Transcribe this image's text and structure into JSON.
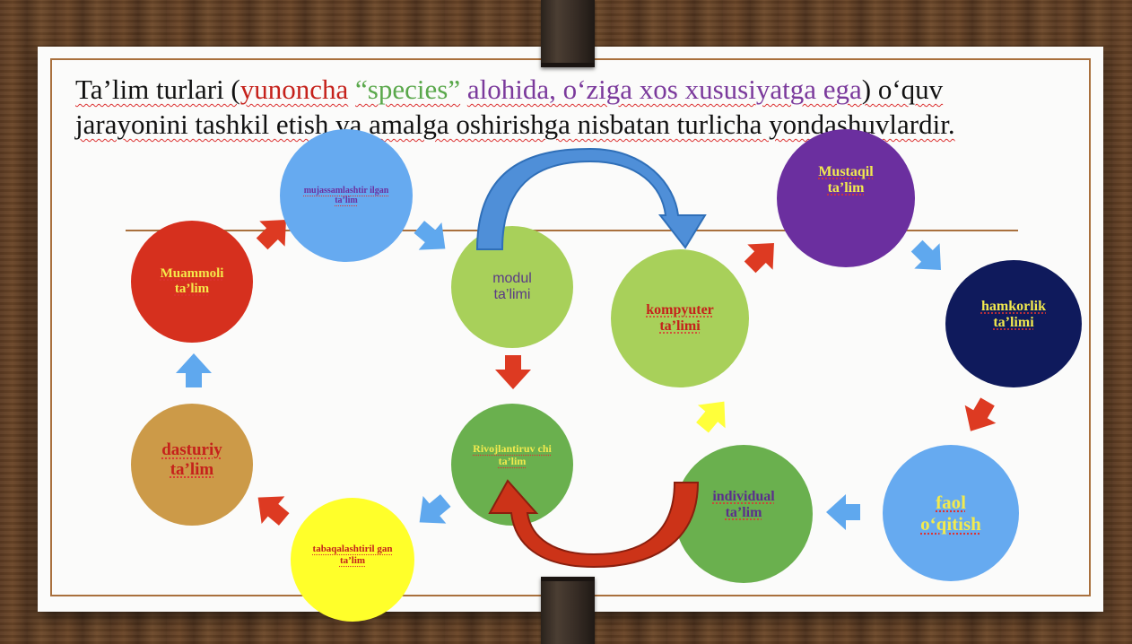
{
  "intro": {
    "part1": "Ta’lim turlari (",
    "part2": "yunoncha",
    "part3": " ",
    "part4": "“species”",
    "part5": " ",
    "part6": "alohida, o‘ziga xos xususiyatga ega",
    "part7": ") o‘quv jarayonini tashkil etish va amalga oshirishga nisbatan turlicha yondashuvlardir."
  },
  "nodes": {
    "muammoli": "Muammoli ta’lim",
    "mujassam": "mujassamlashtir ilgan ta’lim",
    "modul": "modul ta’limi",
    "kompyuter": "kompyuter ta’limi",
    "mustaqil": "Mustaqil ta’lim",
    "hamkorlik": "hamkorlik ta’limi",
    "faol": "faol o‘qitish",
    "individual": "individual ta’lim",
    "rivoj": "Rivojlantiruv chi ta’lim",
    "tabaqa": "tabaqalashtiril gan ta’lim",
    "dasturiy": "dasturiy ta’lim"
  },
  "colors": {
    "red_node": "#d6301e",
    "light_blue": "#66aaf0",
    "light_green": "#a8d05a",
    "purple": "#6b2f9f",
    "navy": "#0f1a5c",
    "green": "#6ab04e",
    "yellow": "#ffff2a",
    "tan": "#cc9a48",
    "arrow_red": "#dd3a22",
    "arrow_blue": "#5fa8ee",
    "arrow_yellow": "#ffff3a"
  }
}
